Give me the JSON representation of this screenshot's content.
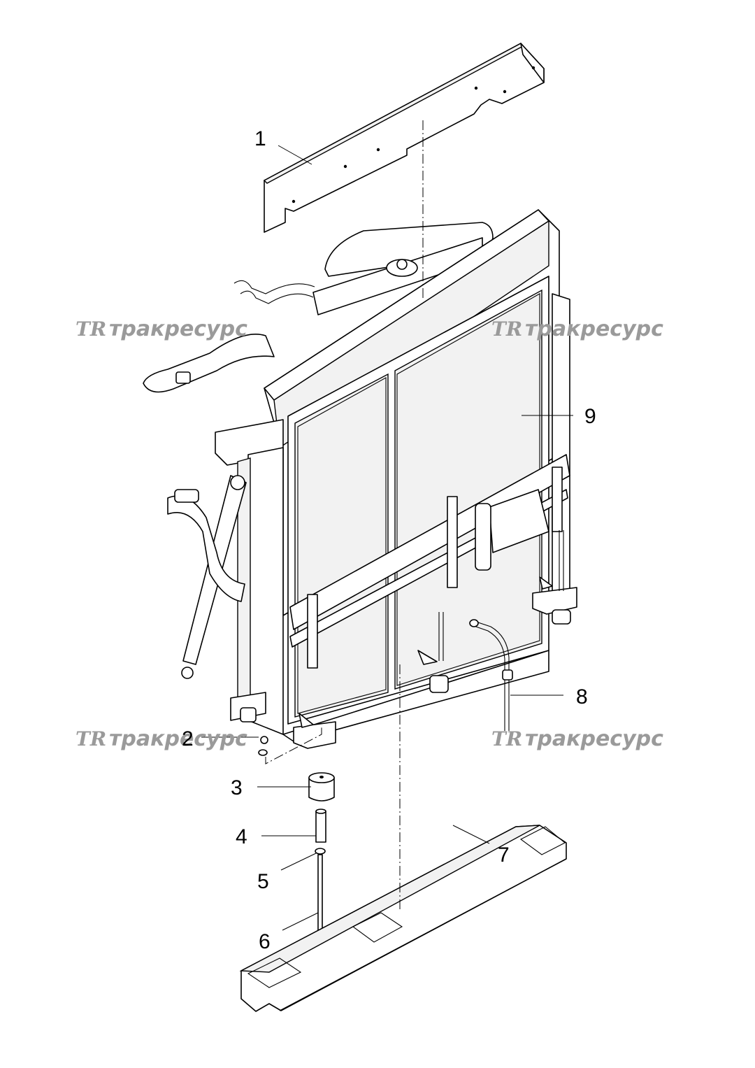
{
  "watermark": {
    "logo": "TR",
    "text": "тракресурс"
  },
  "callouts": [
    {
      "id": "1",
      "label": "1"
    },
    {
      "id": "2",
      "label": "2"
    },
    {
      "id": "3",
      "label": "3"
    },
    {
      "id": "4",
      "label": "4"
    },
    {
      "id": "5",
      "label": "5"
    },
    {
      "id": "6",
      "label": "6"
    },
    {
      "id": "7",
      "label": "7"
    },
    {
      "id": "8",
      "label": "8"
    },
    {
      "id": "9",
      "label": "9"
    }
  ]
}
